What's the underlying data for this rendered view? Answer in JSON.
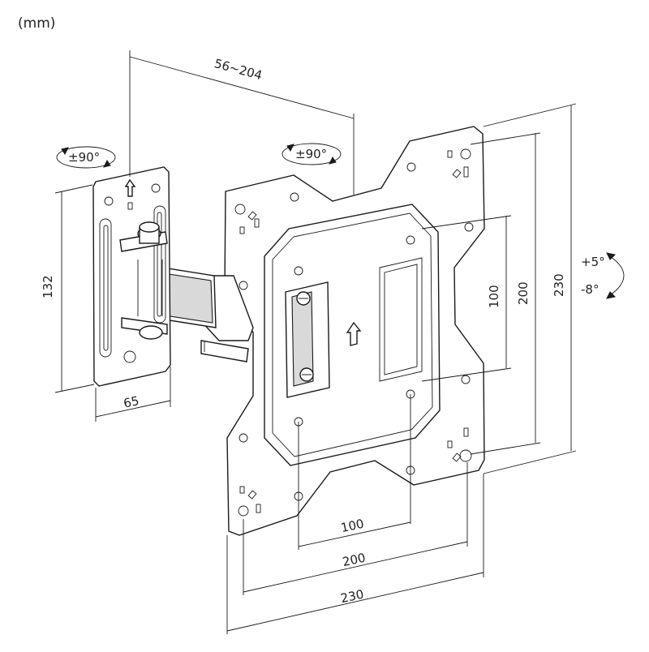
{
  "units": "(mm)",
  "dimensions": {
    "arm_extension": "56~204",
    "wall_plate_height": "132",
    "wall_plate_width": "65",
    "vesa_inner_vertical": "100",
    "vesa_mid_vertical": "200",
    "vesa_outer_vertical": "230",
    "vesa_inner_horizontal": "100",
    "vesa_mid_horizontal": "200",
    "vesa_outer_horizontal": "230"
  },
  "rotation": {
    "wall_swivel": "±90°",
    "plate_rotation": "±90°",
    "tilt_up": "+5°",
    "tilt_down": "-8°"
  }
}
